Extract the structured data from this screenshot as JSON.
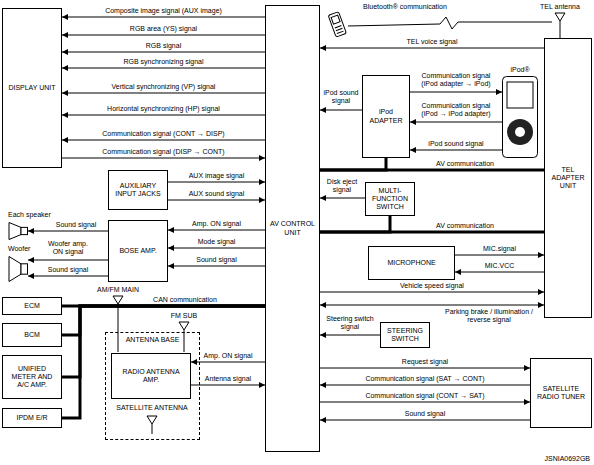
{
  "diagram": {
    "nodes": [
      {
        "text": [
          "DISPLAY UNIT"
        ]
      },
      {
        "text": [
          "AV CONTROL UNIT"
        ]
      },
      {
        "text": [
          "iPod ADAPTER"
        ]
      },
      {
        "text": [
          "iPod®"
        ]
      },
      {
        "text": [
          "TEL ADAPTER UNIT"
        ]
      },
      {
        "text": [
          "AUXILIARY INPUT JACKS"
        ]
      },
      {
        "text": [
          "Each speaker"
        ]
      },
      {
        "text": [
          "BOSE AMP."
        ]
      },
      {
        "text": [
          "MULTI-FUNCTION SWITCH"
        ]
      },
      {
        "text": [
          "Woofer"
        ]
      },
      {
        "text": [
          "MICROPHONE"
        ]
      },
      {
        "text": [
          "ECM"
        ]
      },
      {
        "text": [
          "BCM"
        ]
      },
      {
        "text": [
          "UNIFIED METER AND A/C AMP."
        ]
      },
      {
        "text": [
          "IPDM E/R"
        ]
      },
      {
        "text": [
          "ANTENNA BASE"
        ]
      },
      {
        "text": [
          "RADIO ANTENNA AMP."
        ],
        "in": 15
      },
      {
        "text": [
          "STEERING SWITCH"
        ]
      },
      {
        "text": [
          "SATELLITE RADIO TUNER"
        ]
      }
    ],
    "edges": [
      {
        "from": 1,
        "to": 0,
        "arrow": "to",
        "label": "Composite image signal (AUX image)"
      },
      {
        "from": 1,
        "to": 0,
        "arrow": "to",
        "label": "RGB area (YS) signal"
      },
      {
        "from": 1,
        "to": 0,
        "arrow": "to",
        "label": "RGB signal"
      },
      {
        "from": 1,
        "to": 0,
        "arrow": "to",
        "label": "RGB synchronizing signal"
      },
      {
        "from": 1,
        "to": 0,
        "arrow": "to",
        "label": "Vertical synchronizing (VP) signal"
      },
      {
        "from": 1,
        "to": 0,
        "arrow": "to",
        "label": "Horizontal synchronizing (HP) signal"
      },
      {
        "from": 1,
        "to": 0,
        "arrow": "to",
        "label": "Communication signal (CONT → DISP)"
      },
      {
        "from": 0,
        "to": 1,
        "arrow": "to",
        "label": "Communication signal (DISP → CONT)"
      },
      {
        "from": 4,
        "to": 1,
        "arrow": "to",
        "label": "TEL voice signal"
      },
      {
        "from": 2,
        "to": 1,
        "arrow": "to",
        "label": "iPod sound signal"
      },
      {
        "from": 2,
        "to": 3,
        "arrow": "to",
        "label": "Communication signal (iPod adapter → iPod)"
      },
      {
        "from": 3,
        "to": 2,
        "arrow": "to",
        "label": "Communication signal (iPod → iPod adapter)"
      },
      {
        "from": 3,
        "to": 2,
        "arrow": "to",
        "label": "iPod sound signal"
      },
      {
        "from": 1,
        "to": 4,
        "arrow": "none",
        "label": "AV communication"
      },
      {
        "from": 2,
        "to": 1,
        "arrow": "none"
      },
      {
        "from": 8,
        "to": 1,
        "arrow": "to",
        "label": "Disk eject signal"
      },
      {
        "from": 1,
        "to": 4,
        "arrow": "none",
        "label": "AV communication"
      },
      {
        "from": 8,
        "to": 1,
        "arrow": "none"
      },
      {
        "from": 10,
        "to": 4,
        "arrow": "to",
        "label": "MIC.signal"
      },
      {
        "from": 4,
        "to": 10,
        "arrow": "to",
        "label": "MIC.VCC"
      },
      {
        "from": 1,
        "to": 4,
        "arrow": "to",
        "label": "Vehicle speed signal"
      },
      {
        "from": 1,
        "to": 4,
        "arrow": "both",
        "label": "Parking brake / illumination / reverse signal"
      },
      {
        "from": 17,
        "to": 1,
        "arrow": "to",
        "label": "Steering switch signal"
      },
      {
        "from": 1,
        "to": 18,
        "arrow": "to",
        "label": "Request signal"
      },
      {
        "from": 18,
        "to": 1,
        "arrow": "to",
        "label": "Communication signal (SAT → CONT)"
      },
      {
        "from": 1,
        "to": 18,
        "arrow": "to",
        "label": "Communication signal (CONT → SAT)"
      },
      {
        "from": 18,
        "to": 1,
        "arrow": "to",
        "label": "Sound signal"
      },
      {
        "from": 5,
        "to": 1,
        "arrow": "to",
        "label": "AUX image signal"
      },
      {
        "from": 5,
        "to": 1,
        "arrow": "to",
        "label": "AUX sound signal"
      },
      {
        "from": 1,
        "to": 7,
        "arrow": "to",
        "label": "Amp. ON signal"
      },
      {
        "from": 1,
        "to": 7,
        "arrow": "to",
        "label": "Mode signal"
      },
      {
        "from": 1,
        "to": 7,
        "arrow": "to",
        "label": "Sound signal"
      },
      {
        "from": 7,
        "to": 6,
        "arrow": "to",
        "label": "Sound signal"
      },
      {
        "from": 7,
        "to": 9,
        "arrow": "to",
        "label": "Woofer amp. ON signal"
      },
      {
        "from": 7,
        "to": 9,
        "arrow": "to",
        "label": "Sound signal"
      },
      {
        "from": 1,
        "to": 16,
        "arrow": "to",
        "label": "Amp. ON signal"
      },
      {
        "from": 16,
        "to": 1,
        "arrow": "to",
        "label": "Antenna signal"
      },
      {
        "from": 11,
        "to": 1,
        "arrow": "none",
        "label": "CAN communication"
      },
      {
        "from": 12,
        "to": 1,
        "arrow": "none"
      },
      {
        "from": 13,
        "to": 1,
        "arrow": "none"
      },
      {
        "from": 14,
        "to": 1,
        "arrow": "none"
      }
    ],
    "labels": [
      "Bluetooth® communication",
      "TEL antenna",
      "AM/FM MAIN",
      "FM SUB",
      "SATELLITE ANTENNA",
      "JSNIA0692GB"
    ]
  }
}
